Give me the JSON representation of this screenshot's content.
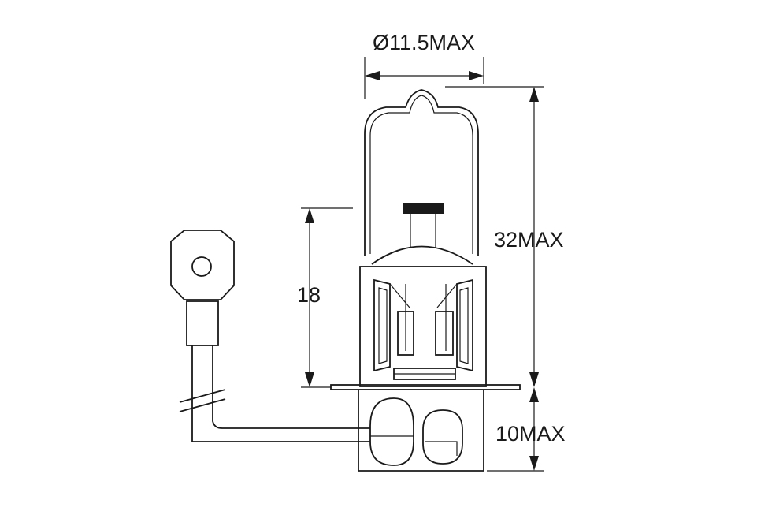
{
  "dimensions": {
    "diameter": "Ø11.5MAX",
    "height": "32MAX",
    "filament_height": "18",
    "base_height": "10MAX"
  },
  "colors": {
    "line": "#1a1a1a",
    "background": "#ffffff"
  }
}
